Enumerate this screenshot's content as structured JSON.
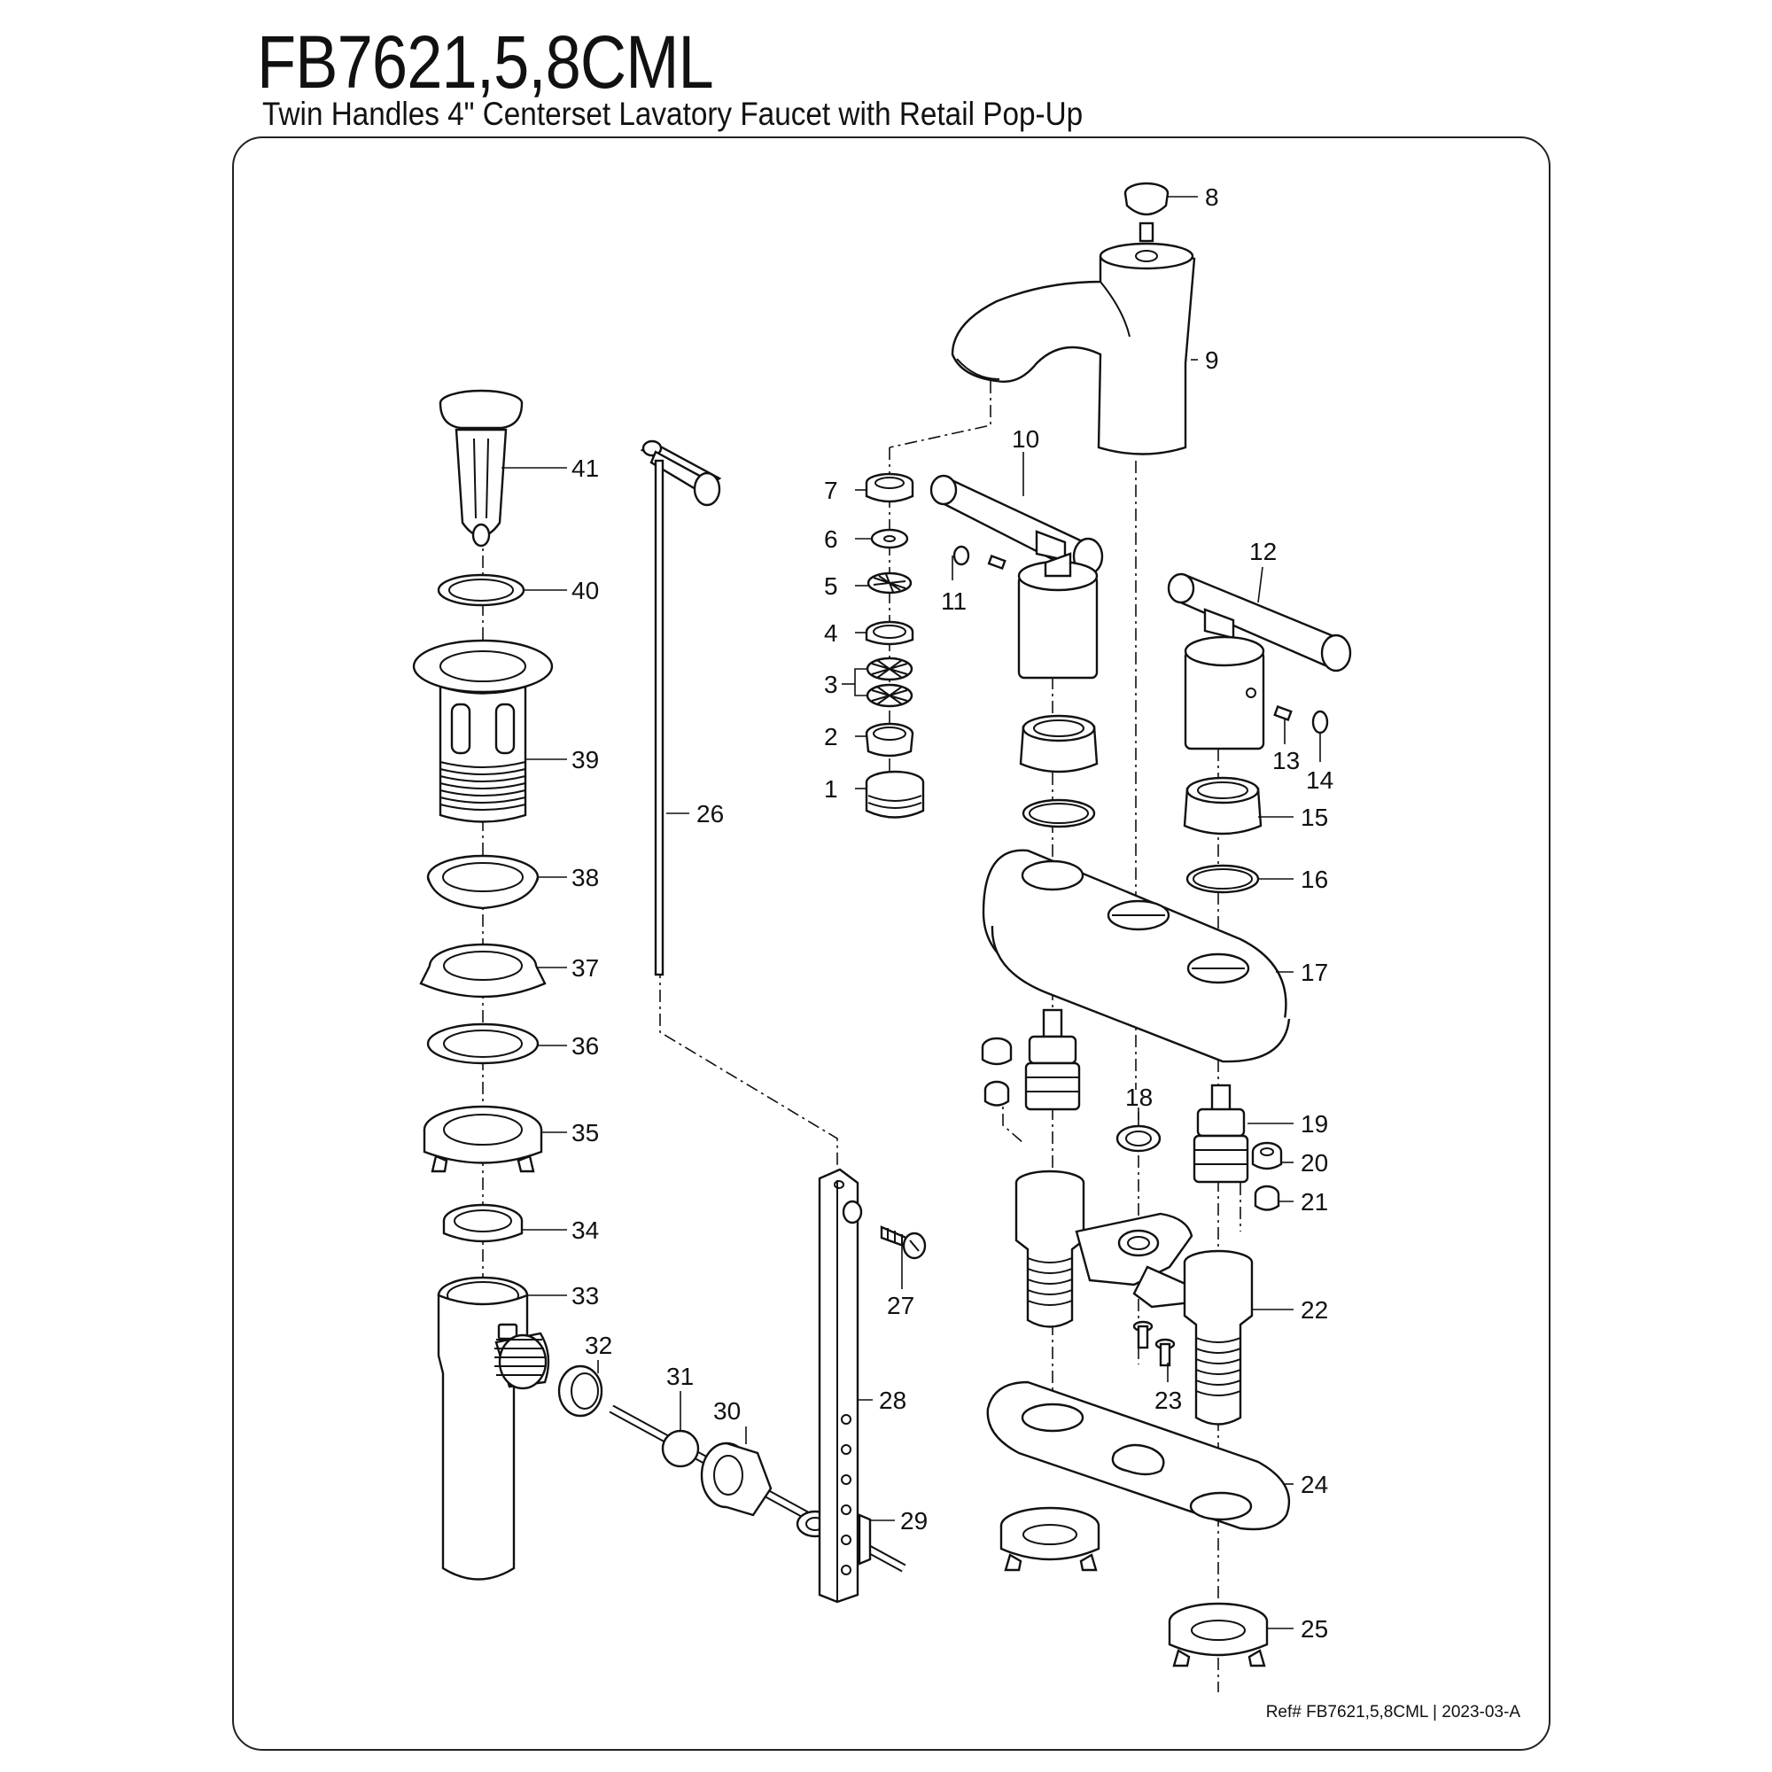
{
  "title": "FB7621,5,8CML",
  "subtitle": "Twin Handles 4\" Centerset Lavatory Faucet with Retail Pop-Up",
  "reference": "Ref# FB7621,5,8CML | 2023-03-A",
  "callouts": [
    "1",
    "2",
    "3",
    "4",
    "5",
    "6",
    "7",
    "8",
    "9",
    "10",
    "11",
    "12",
    "13",
    "14",
    "15",
    "16",
    "17",
    "18",
    "19",
    "20",
    "21",
    "22",
    "23",
    "24",
    "25",
    "26",
    "27",
    "28",
    "29",
    "30",
    "31",
    "32",
    "33",
    "34",
    "35",
    "36",
    "37",
    "38",
    "39",
    "40",
    "41"
  ]
}
